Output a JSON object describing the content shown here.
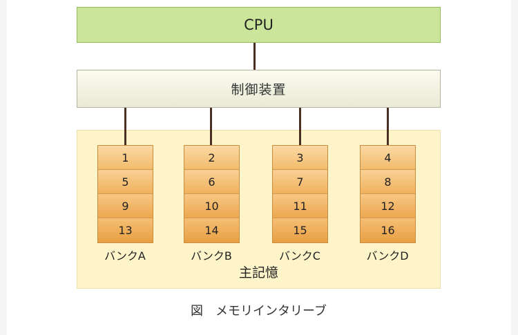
{
  "cpu": {
    "label": "CPU"
  },
  "controller": {
    "label": "制御装置"
  },
  "memory": {
    "label": "主記憶"
  },
  "banks": [
    {
      "label": "バンクA",
      "cells": [
        "1",
        "5",
        "9",
        "13"
      ]
    },
    {
      "label": "バンクB",
      "cells": [
        "2",
        "6",
        "10",
        "14"
      ]
    },
    {
      "label": "バンクC",
      "cells": [
        "3",
        "7",
        "11",
        "15"
      ]
    },
    {
      "label": "バンクD",
      "cells": [
        "4",
        "8",
        "12",
        "16"
      ]
    }
  ],
  "caption": "図　メモリインタリーブ",
  "colors": {
    "cpu_fill": "#cbe59a",
    "memory_fill": "#fdf4c9",
    "bank_fill": "#f2bc6d",
    "connector": "#4a2e22"
  }
}
